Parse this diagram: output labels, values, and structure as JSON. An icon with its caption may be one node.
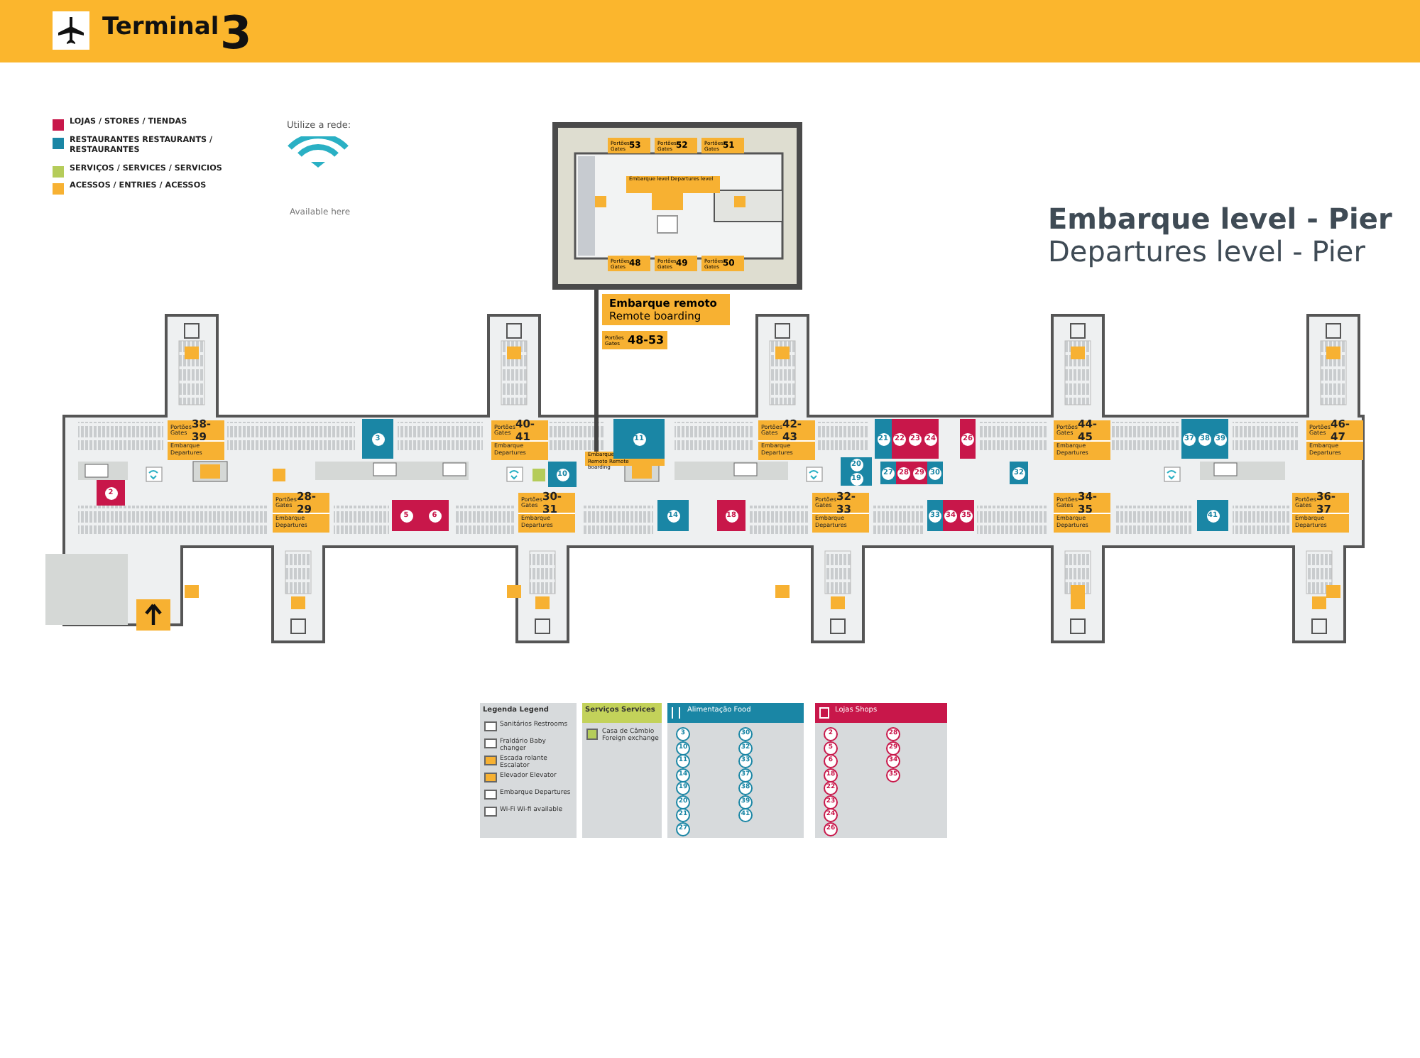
{
  "diagram": {
    "title": "Terminal",
    "nodes": [
      {
        "text": [],
        "shape": "box"
      },
      {
        "text": [
          "Portões Gates",
          "53"
        ],
        "in": 0
      },
      {
        "text": [
          "Portões Gates",
          "52"
        ],
        "in": 0
      },
      {
        "text": [
          "Portões Gates",
          "51"
        ],
        "in": 0
      },
      {
        "text": [
          "Embarque level Departures level"
        ],
        "in": 0
      },
      {
        "text": [
          "Portões Gates",
          "48"
        ],
        "in": 0
      },
      {
        "text": [
          "Portões Gates",
          "49"
        ],
        "in": 0
      },
      {
        "text": [
          "Portões Gates",
          "50"
        ],
        "in": 0
      },
      {
        "text": [
          "Embarque remoto",
          "Remote boarding"
        ]
      },
      {
        "text": [
          "Portões Gates",
          "48-53"
        ]
      },
      {
        "text": [
          "Embarque Remoto Remote boarding"
        ]
      },
      {
        "text": [
          "Portões Gates",
          "38-39",
          "Embarque Departures"
        ]
      },
      {
        "text": [
          "Portões Gates",
          "40-41",
          "Embarque Departures"
        ]
      },
      {
        "text": [
          "Portões Gates",
          "42-43",
          "Embarque Departures"
        ]
      },
      {
        "text": [
          "Portões Gates",
          "44-45",
          "Embarque Departures"
        ]
      },
      {
        "text": [
          "Portões Gates",
          "46-47",
          "Embarque Departures"
        ]
      },
      {
        "text": [
          "Portões Gates",
          "28-29",
          "Embarque Departures"
        ]
      },
      {
        "text": [
          "Portões Gates",
          "30-31",
          "Embarque Departures"
        ]
      },
      {
        "text": [
          "Portões Gates",
          "32-33",
          "Embarque Departures"
        ]
      },
      {
        "text": [
          "Portões Gates",
          "34-35",
          "Embarque Departures"
        ]
      },
      {
        "text": [
          "Portões Gates",
          "36-37",
          "Embarque Departures"
        ]
      },
      {
        "text": [
          "3"
        ]
      },
      {
        "text": [
          "11"
        ]
      },
      {
        "text": [
          "21"
        ]
      },
      {
        "text": [
          "22"
        ]
      },
      {
        "text": [
          "23"
        ]
      },
      {
        "text": [
          "24"
        ]
      },
      {
        "text": [
          "26"
        ]
      },
      {
        "text": [
          "37"
        ]
      },
      {
        "text": [
          "38"
        ]
      },
      {
        "text": [
          "39"
        ]
      },
      {
        "text": [
          "2"
        ]
      },
      {
        "text": [
          "10"
        ]
      },
      {
        "text": [
          "20"
        ]
      },
      {
        "text": [
          "19"
        ]
      },
      {
        "text": [
          "27"
        ]
      },
      {
        "text": [
          "28"
        ]
      },
      {
        "text": [
          "29"
        ]
      },
      {
        "text": [
          "30"
        ]
      },
      {
        "text": [
          "32"
        ]
      },
      {
        "text": [
          "5"
        ]
      },
      {
        "text": [
          "6"
        ]
      },
      {
        "text": [
          "14"
        ]
      },
      {
        "text": [
          "18"
        ]
      },
      {
        "text": [
          "33"
        ]
      },
      {
        "text": [
          "34"
        ]
      },
      {
        "text": [
          "35"
        ]
      },
      {
        "text": [
          "41"
        ]
      }
    ],
    "edges": [
      {
        "from": 0,
        "to": 10,
        "arrow": "none"
      }
    ],
    "labels": [
      "3",
      "Utilize a rede:",
      "Available here",
      "Embarque level - Pier",
      "Departures level - Pier",
      "Legenda Legend",
      "Sanitários Restrooms",
      "Fraldário Baby changer",
      "Escada rolante Escalator",
      "Elevador Elevator",
      "Embarque Departures",
      "Wi-Fi Wi-fi available",
      "Serviços Services",
      "Casa de Câmbio Foreign exchange",
      "Alimentação Food",
      "3",
      "10",
      "11",
      "14",
      "19",
      "20",
      "21",
      "27",
      "30",
      "32",
      "33",
      "37",
      "38",
      "39",
      "41",
      "Lojas Shops",
      "2",
      "5",
      "6",
      "18",
      "22",
      "23",
      "24",
      "26",
      "28",
      "29",
      "34",
      "35"
    ],
    "legend": [
      {
        "text": "LOJAS / STORES / TIENDAS",
        "color": "#c8174a"
      },
      {
        "text": "RESTAURANTES RESTAURANTS / RESTAURANTES",
        "color": "#1a86a5"
      },
      {
        "text": "SERVIÇOS / SERVICES / SERVICIOS",
        "color": "#b5cc5a"
      },
      {
        "text": "ACESSOS / ENTRIES / ACESSOS",
        "color": "#f7b132"
      }
    ]
  }
}
